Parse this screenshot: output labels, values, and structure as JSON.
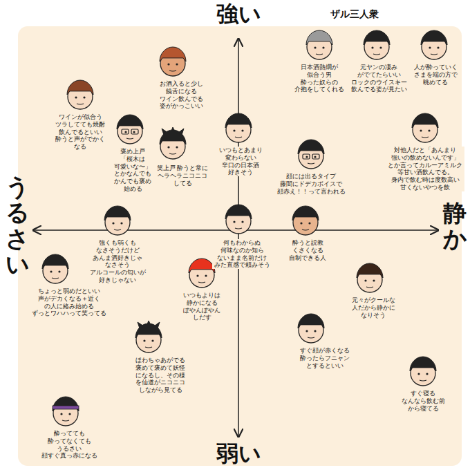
{
  "diagram": {
    "labels": [
      "強い",
      "弱い",
      "うるさい",
      "静か",
      "ザル三人衆",
      "お酒入ると少し 饒舌になる ワイン飲んでる 姿がかっこいい",
      "ワインが似合う ツラしてても焼酎 飲んでるといい 酔うと声がでかく なる",
      "褒め上戸 「桜木は 可愛いな〜」 とかなんでも かんでも褒め 始める",
      "笑上戸 酔うと常に ヘラヘラニコニコ してる",
      "いつもとあまり 変わらない 辛口の日本酒 好きそう",
      "日本酒熱燗が 似合う男 酔った奴らの 介抱をしてくれる",
      "元ヤンの凄み がでてたらいい ロックのウイスキー 飲んでる姿が見たい",
      "人が酔っていく さまを端の方で 眺めてる",
      "対他人だと「あんまり 強いの飲めないんです」 とか言ってカルーアミルク 等甘い酒飲んでる。 身内で飲む時は度数高い 甘くないやつを飲",
      "顔には出るタイプ 藤間にドデカボイスで 顔赤え！！って言われる",
      "何もわからぬ 何味なのか知ら ないまま名前だけ みた直感で頼みそう",
      "酔うと説教 くさくなる 自制できる人",
      "強くも弱くも なさそうだけど あんま酒好きじゃ なさそう アルコールの匂いが 好きじゃない",
      "ちょっと弱めだといい 声がデカくなる＋近く の人に絡み始める ずっとワハハって笑ってる",
      "いつもよりは 静かになる ぽやんぽやん しだす",
      "元々がクールな 人だから静かに なりそう",
      "ほわちゃあがでる 褒めて褒めて妖怪 になるし、その様 を仙道がニコニコ しながら見てる",
      "すぐ顔が赤くなる 酔ったらフニャン とするといい",
      "すぐ寝る なんなら飲む前 から寝てる",
      "酔ってても 酔ってなくても うるさい 顔すぐ真っ赤になる"
    ]
  }
}
